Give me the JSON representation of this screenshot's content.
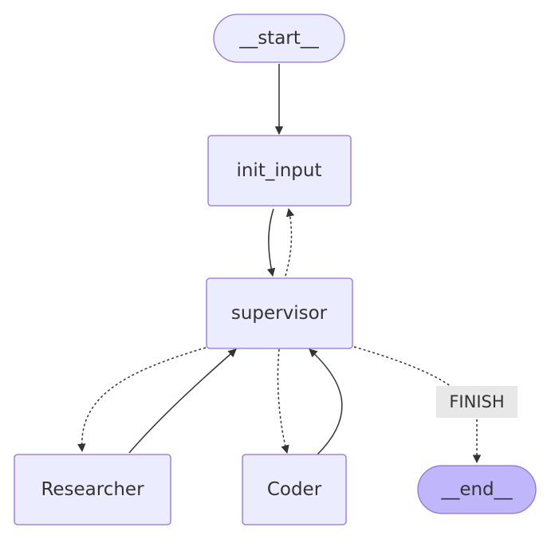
{
  "nodes": {
    "start": {
      "label": "__start__"
    },
    "init_input": {
      "label": "init_input"
    },
    "supervisor": {
      "label": "supervisor"
    },
    "researcher": {
      "label": "Researcher"
    },
    "coder": {
      "label": "Coder"
    },
    "end": {
      "label": "__end__"
    }
  },
  "edges": {
    "finish_label": "FINISH"
  },
  "colors": {
    "node_fill": "#ECECFF",
    "node_stroke": "#9370DB",
    "end_fill": "#BFB6FC",
    "edge": "#333333",
    "label_bg": "#E8E8E8"
  }
}
